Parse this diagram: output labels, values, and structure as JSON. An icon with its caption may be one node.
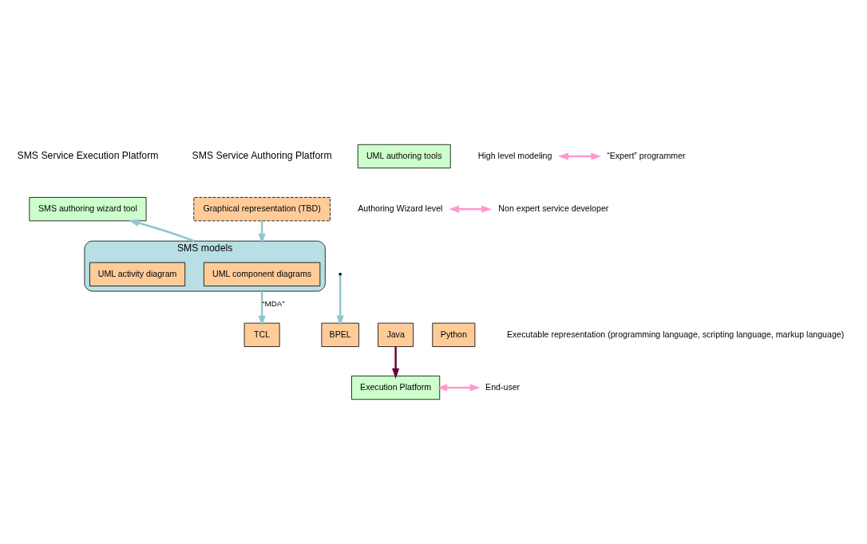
{
  "diagram": {
    "nodes": [
      {
        "text": [
          "Graphical representation (TBD)"
        ]
      },
      {
        "text": [
          "SMS authoring wizard tool"
        ]
      },
      {
        "text": [
          "SMS models"
        ]
      },
      {
        "text": [
          "UML component diagrams"
        ],
        "in": 2
      },
      {
        "text": [
          "UML activity diagram"
        ],
        "in": 2
      },
      {
        "text": [
          "UML authoring tools"
        ]
      },
      {
        "text": [
          "BPEL"
        ]
      },
      {
        "text": [
          "Java"
        ]
      },
      {
        "text": [
          "TCL"
        ]
      },
      {
        "text": [
          "Python"
        ]
      },
      {
        "text": [
          "Execution Platform"
        ]
      },
      {
        "text": [
          "Authoring Wizard level"
        ]
      },
      {
        "text": [
          "Non expert service developer"
        ]
      },
      {
        "text": [
          "High level modeling"
        ]
      },
      {
        "text": [
          "“Expert” programmer"
        ]
      },
      {
        "text": [
          "End-user"
        ]
      }
    ],
    "edges": [
      {
        "from": 0,
        "to": 2,
        "arrow": "to"
      },
      {
        "from": 2,
        "to": 1,
        "arrow": "to"
      },
      {
        "from": null,
        "to": 6,
        "arrow": "to"
      },
      {
        "from": 2,
        "to": 8,
        "arrow": "to",
        "label": "“MDA”"
      },
      {
        "from": 7,
        "to": 10,
        "arrow": "to",
        "color": "#660033"
      },
      {
        "from": 11,
        "to": 12,
        "arrow": "both",
        "color": "#ff99cc"
      },
      {
        "from": 13,
        "to": 14,
        "arrow": "both",
        "color": "#ff99cc"
      },
      {
        "from": 10,
        "to": 15,
        "arrow": "both",
        "color": "#ff99cc"
      }
    ],
    "labels": [
      "SMS Service Execution Platform",
      "SMS Service Authoring Platform",
      "Executable representation (programming language, scripting language, markup language)"
    ]
  }
}
